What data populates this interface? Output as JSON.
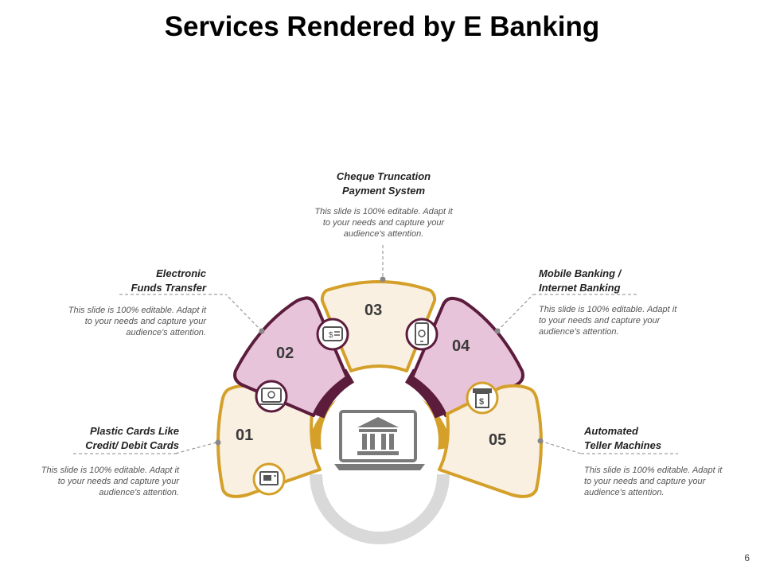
{
  "title": "Services Rendered by E Banking",
  "page_number": "6",
  "colors": {
    "gold": "#D4A02A",
    "cream": "#F9F0E2",
    "pink": "#E8C4DA",
    "plum": "#5C1C3C",
    "gray": "#7A7A7A",
    "lightgray": "#D9D9D9"
  },
  "center_icon": "bank-laptop-icon",
  "segments": [
    {
      "num": "01",
      "label_line1": "Plastic Cards Like",
      "label_line2": "Credit/ Debit Cards",
      "desc_line1": "This slide is 100% editable. Adapt it",
      "desc_line2": "to your needs and capture your",
      "desc_line3": "audience's attention.",
      "icon": "credit-card-icon"
    },
    {
      "num": "02",
      "label_line1": "Electronic",
      "label_line2": "Funds Transfer",
      "desc_line1": "This slide is 100% editable. Adapt it",
      "desc_line2": "to your needs and capture your",
      "desc_line3": "audience's attention.",
      "icon": "money-transfer-icon"
    },
    {
      "num": "03",
      "label_line1": "Cheque Truncation",
      "label_line2": "Payment System",
      "desc_line1": "This slide is 100% editable. Adapt it",
      "desc_line2": "to your needs and capture your",
      "desc_line3": "audience's attention.",
      "icon": "cheque-icon"
    },
    {
      "num": "04",
      "label_line1": "Mobile Banking /",
      "label_line2": "Internet Banking",
      "desc_line1": "This slide is 100% editable. Adapt it",
      "desc_line2": "to your needs and capture your",
      "desc_line3": "audience's attention.",
      "icon": "mobile-phone-icon"
    },
    {
      "num": "05",
      "label_line1": "Automated",
      "label_line2": "Teller Machines",
      "desc_line1": "This slide is 100% editable. Adapt it",
      "desc_line2": "to your needs and capture your",
      "desc_line3": "audience's attention.",
      "icon": "atm-icon"
    }
  ]
}
